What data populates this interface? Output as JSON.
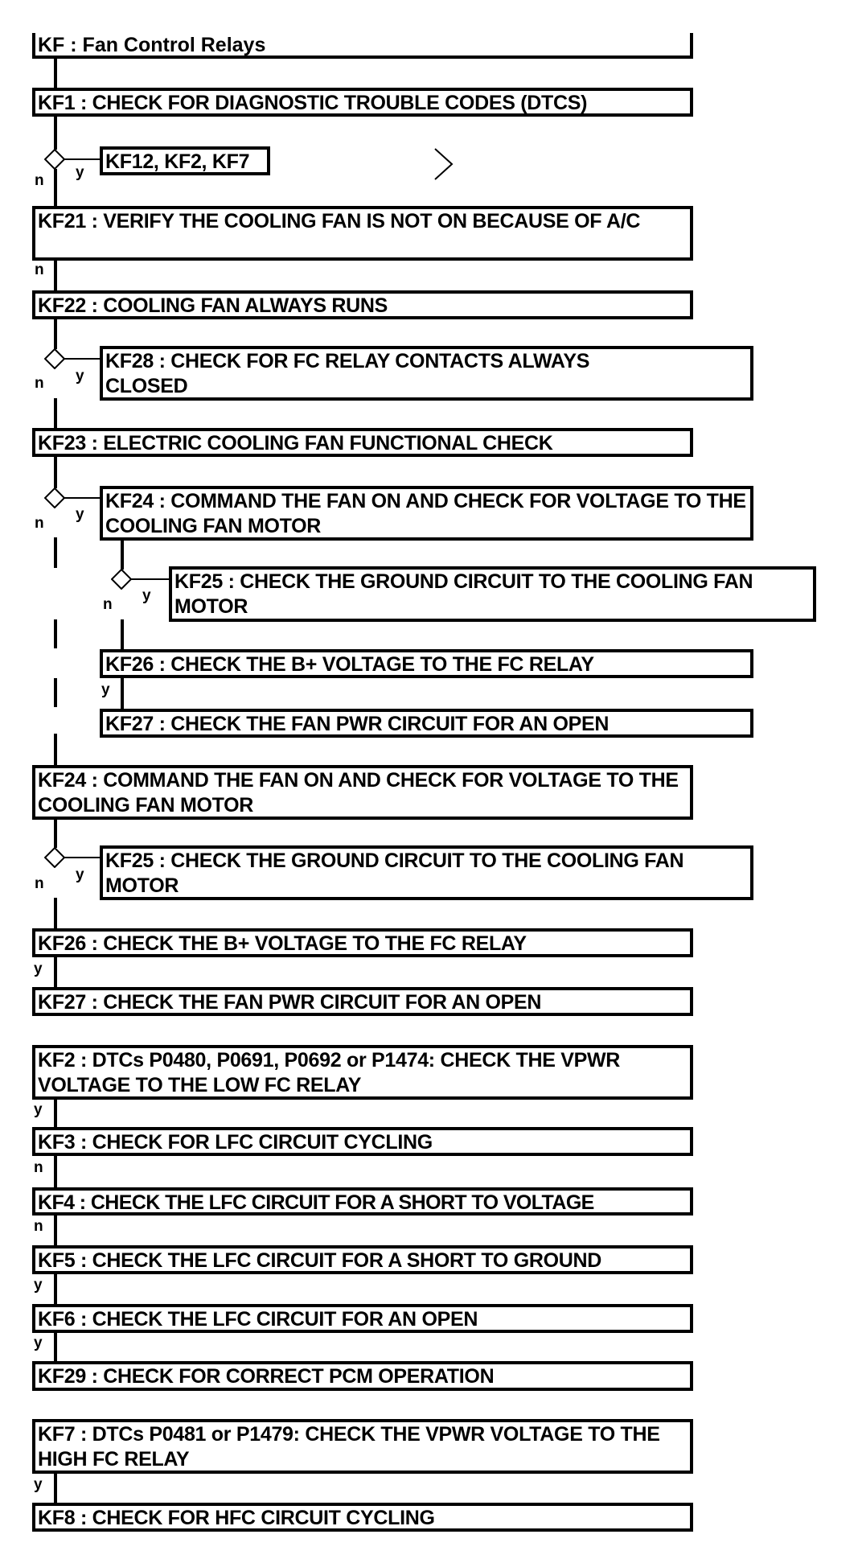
{
  "title": "KF : Fan Control Relays",
  "steps": {
    "kf1": "KF1 : CHECK FOR DIAGNOSTIC TROUBLE CODES (DTCS)",
    "kf1_branch": "KF12, KF2, KF7",
    "kf21": "KF21 : VERIFY THE COOLING FAN IS NOT ON BECAUSE OF A/C",
    "kf22": "KF22 : COOLING FAN ALWAYS RUNS",
    "kf28": "KF28 : CHECK FOR FC RELAY CONTACTS ALWAYS CLOSED",
    "kf23": "KF23 : ELECTRIC COOLING FAN FUNCTIONAL CHECK",
    "kf24a": "KF24 : COMMAND THE FAN ON AND CHECK FOR VOLTAGE TO THE COOLING FAN MOTOR",
    "kf25a": "KF25 : CHECK THE GROUND CIRCUIT TO THE COOLING FAN MOTOR",
    "kf26a": "KF26 : CHECK THE B+ VOLTAGE TO THE FC RELAY",
    "kf27a": "KF27 : CHECK THE FAN PWR CIRCUIT FOR AN OPEN",
    "kf24b": "KF24 : COMMAND THE FAN ON AND CHECK FOR VOLTAGE TO THE COOLING FAN MOTOR",
    "kf25b": "KF25 : CHECK THE GROUND CIRCUIT TO THE COOLING FAN MOTOR",
    "kf26b": "KF26 : CHECK THE B+ VOLTAGE TO THE FC RELAY",
    "kf27b": "KF27 : CHECK THE FAN PWR CIRCUIT FOR AN OPEN",
    "kf2": "KF2 : DTCs P0480, P0691, P0692 or P1474: CHECK THE VPWR VOLTAGE TO THE LOW FC RELAY",
    "kf3": "KF3 : CHECK FOR LFC CIRCUIT CYCLING",
    "kf4": "KF4 : CHECK THE LFC CIRCUIT FOR A SHORT TO VOLTAGE",
    "kf5": "KF5 : CHECK THE LFC CIRCUIT FOR A SHORT TO GROUND",
    "kf6": "KF6 : CHECK THE LFC CIRCUIT FOR AN OPEN",
    "kf29": "KF29 : CHECK FOR CORRECT PCM OPERATION",
    "kf7": "KF7 : DTCs P0481 or P1479: CHECK THE VPWR VOLTAGE TO THE HIGH FC RELAY",
    "kf8": "KF8 : CHECK FOR HFC CIRCUIT CYCLING"
  },
  "labels": {
    "yes": "y",
    "no": "n"
  }
}
